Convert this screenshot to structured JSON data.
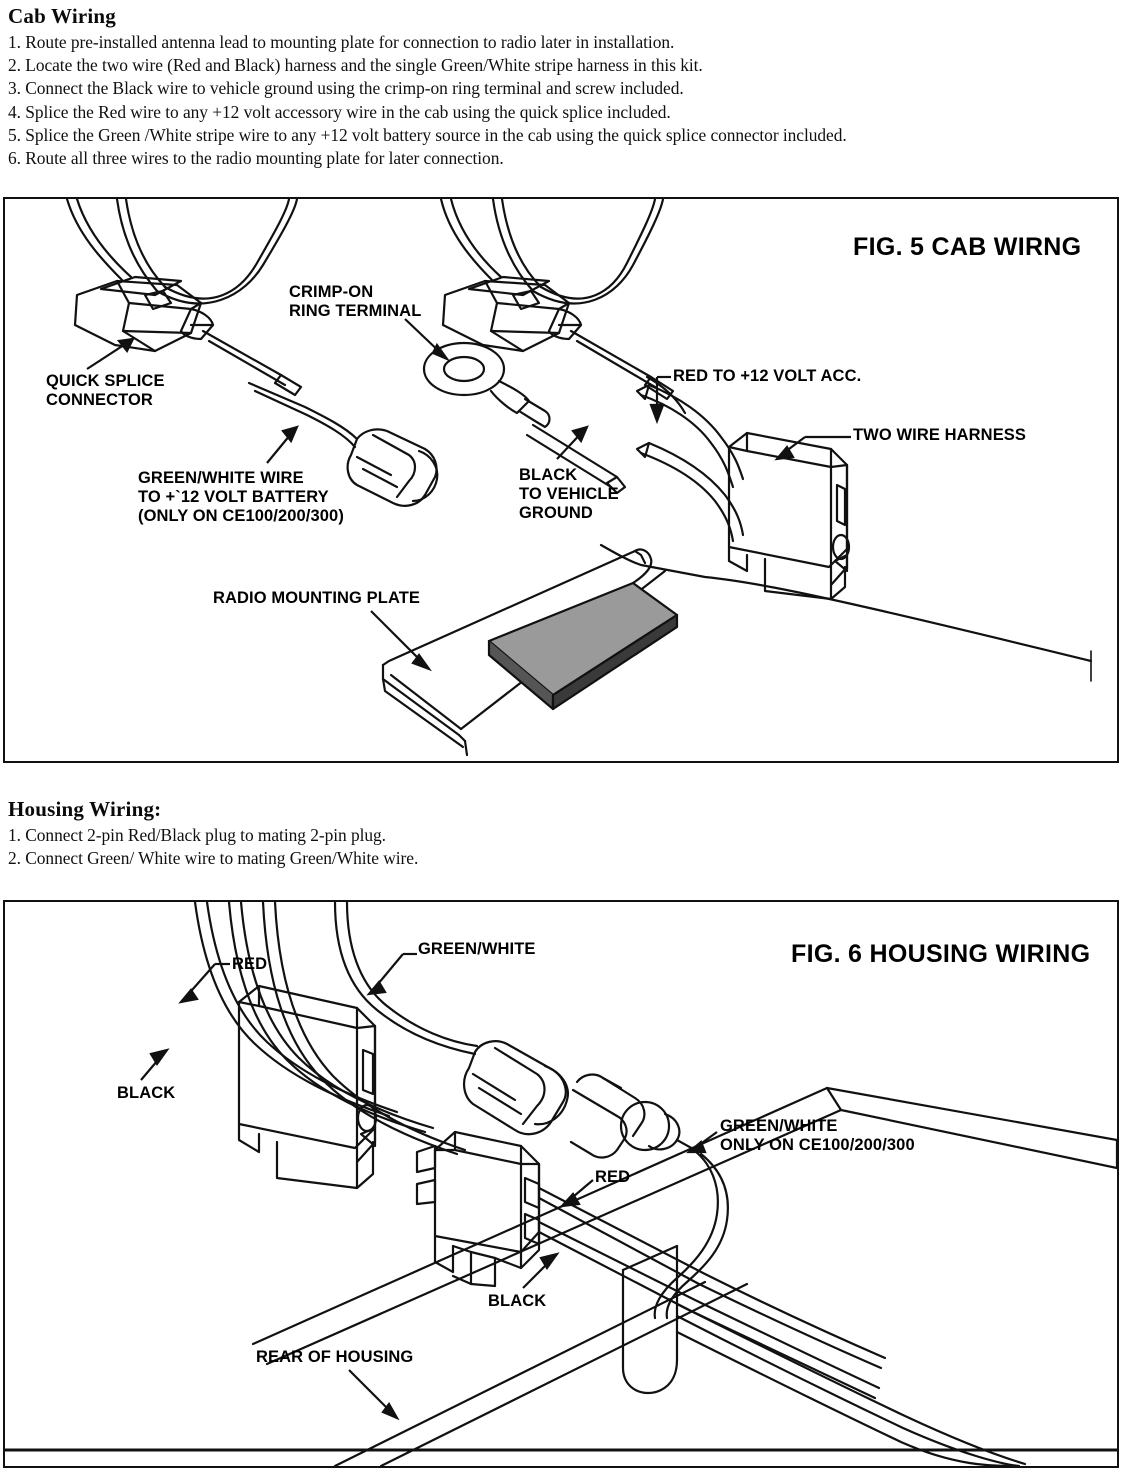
{
  "cab_section": {
    "heading": "Cab Wiring",
    "steps": [
      "1. Route pre-installed antenna lead to mounting plate for connection to radio later in installation.",
      "2. Locate the two wire (Red and Black) harness and the single Green/White stripe harness in this kit.",
      "3. Connect the Black wire to vehicle ground using the crimp-on ring terminal and screw included.",
      "4. Splice the Red wire to any +12 volt accessory wire in the cab using the quick splice included.",
      "5. Splice the Green /White stripe wire to any +12 volt battery source in the cab using the quick splice connector included.",
      "6.  Route all three wires to the radio mounting plate for later connection."
    ]
  },
  "figure5": {
    "title": "FIG. 5 CAB WIRNG",
    "labels": {
      "crimp_on_ring_terminal": "CRIMP-ON\nRING TERMINAL",
      "quick_splice_connector": "QUICK SPLICE\nCONNECTOR",
      "green_white_wire": "GREEN/WHITE WIRE\nTO +`12 VOLT BATTERY\n(ONLY ON CE100/200/300)",
      "black_to_vehicle_ground": "BLACK\nTO VEHICLE\nGROUND",
      "red_to_12_volt_acc": "RED TO +12 VOLT ACC.",
      "two_wire_harness": "TWO WIRE HARNESS",
      "radio_mounting_plate": "RADIO MOUNTING PLATE"
    }
  },
  "housing_section": {
    "heading": "Housing Wiring:",
    "steps": [
      "1. Connect 2-pin Red/Black plug to mating 2-pin plug.",
      "2. Connect Green/ White wire to mating Green/White wire."
    ]
  },
  "figure6": {
    "title": "FIG. 6 HOUSING WIRING",
    "labels": {
      "red_top": "RED",
      "green_white_top": "GREEN/WHITE",
      "black_top": "BLACK",
      "green_white_only": "GREEN/WHITE\nONLY ON CE100/200/300",
      "red_mid": "RED",
      "black_mid": "BLACK",
      "rear_of_housing": "REAR OF HOUSING"
    }
  },
  "colors": {
    "ink": "#000000",
    "plate_fill": "#9a9a9a",
    "paper": "#ffffff"
  }
}
